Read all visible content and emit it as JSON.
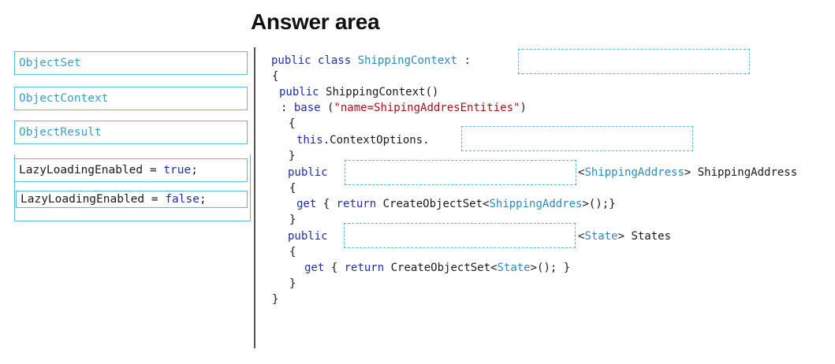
{
  "title": "Answer area",
  "options": [
    {
      "text": "ObjectSet"
    },
    {
      "text": "ObjectContext"
    },
    {
      "text": "ObjectResult"
    },
    {
      "prefix": "LazyLoadingEnabled = ",
      "keyword": "true",
      "suffix": ";"
    },
    {
      "prefix": "LazyLoadingEnabled = ",
      "keyword": "false",
      "suffix": ";"
    }
  ],
  "code": {
    "line1": {
      "kw1": "public",
      "kw2": "class",
      "type": "ShippingContext",
      "colon": ":"
    },
    "brace_open": "{",
    "line3": {
      "kw": "public",
      "rest": "ShippingContext()"
    },
    "line4": {
      "pre": ": ",
      "kw": "base",
      "open": " (",
      "str": "\"name=ShipingAddresEntities\"",
      "close": ")"
    },
    "inner_open": "{",
    "line6": {
      "kw": "this",
      "rest": ".ContextOptions."
    },
    "inner_close": "}",
    "line8": {
      "kw": "public",
      "lt": "<",
      "type": "ShippingAddress",
      "rest": "> ShippingAddress"
    },
    "line9": "{",
    "line10": {
      "kw1": "get",
      "b1": " { ",
      "kw2": "return",
      "mid": " CreateObjectSet<",
      "type": "ShippingAddres",
      "end": ">();}"
    },
    "line11": "}",
    "line12": {
      "kw": "public",
      "lt": "<",
      "type": "State",
      "rest": "> States"
    },
    "line13": "{",
    "line14": {
      "kw1": "get",
      "b1": " { ",
      "kw2": "return",
      "mid": " CreateObjectSet<",
      "type": "State",
      "end": ">(); }"
    },
    "line15": "}",
    "brace_close": "}"
  }
}
